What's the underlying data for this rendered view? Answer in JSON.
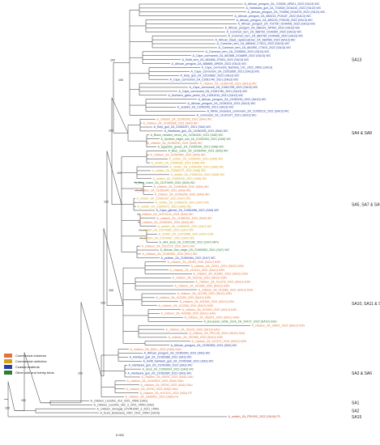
{
  "colors": {
    "commercial_chicken": "#e0723a",
    "commercial_ostrich": "#d4a017",
    "coastal_seabirds": "#2a3f9e",
    "other_wild": "#2e7d32",
    "reference": "#444444",
    "root": "#c0392b"
  },
  "legend": [
    {
      "label": "Commercial chickens",
      "color_key": "commercial_chicken"
    },
    {
      "label": "Commercial ostriches",
      "color_key": "commercial_ostrich"
    },
    {
      "label": "Coastal seabirds",
      "color_key": "coastal_seabirds"
    },
    {
      "label": "Other wild and hobby birds",
      "color_key": "other_wild"
    }
  ],
  "scale_bar": "0.002",
  "clades": [
    {
      "label": "SA13"
    },
    {
      "label": "SA4 & SA8"
    },
    {
      "label": "SA5, SA7 & SA9"
    },
    {
      "label": "SA10, SA11 & SA12"
    },
    {
      "label": "SA3 & SA6"
    },
    {
      "label": "SA1"
    },
    {
      "label": "SA2"
    },
    {
      "label": "SA15"
    }
  ],
  "bootstrap_values": [
    "100",
    "100",
    "100",
    "100",
    "100",
    "100",
    "100",
    "100",
    "100",
    "100"
  ],
  "taxa": [
    {
      "label": "A_African_penguin_ZA_702828_AP821_2022 (SA13) WC",
      "g": "coastal_seabirds"
    },
    {
      "label": "A_Hartlaubs_gull_ZA_702828_DOA410_2022 (SA13) WC",
      "g": "coastal_seabirds"
    },
    {
      "label": "A_African_penguin_ZA_702858_DOA375_2022 (SA13) WC",
      "g": "coastal_seabirds"
    },
    {
      "label": "A_African_penguin_ZA_683215_P15187_2022 (SA13) WC",
      "g": "coastal_seabirds"
    },
    {
      "label": "A_African_penguin_ZA_683215_P25236_2022 (SA13) WC",
      "g": "coastal_seabirds"
    },
    {
      "label": "A_African_penguin_ZA_702750_DOA408_2022 (SA13) WC",
      "g": "coastal_seabirds"
    },
    {
      "label": "A_African_penguin_ZA_686142_AP492_2022 (SA13) WC",
      "g": "coastal_seabirds"
    },
    {
      "label": "A_Common_tern_ZA_688730_DOA309_2022 (SA13) WC",
      "g": "coastal_seabirds"
    },
    {
      "label": "A_Common_tern_ZA_683799_DOA436_2022 (SA13) WC",
      "g": "coastal_seabirds"
    },
    {
      "label": "A_African_black_oystercatcher_ZA_682489_2022 (SA13) WC",
      "g": "coastal_seabirds"
    },
    {
      "label": "A_Common_tern_ZA_680640_CT613_2022 (SA13) WC",
      "g": "coastal_seabirds"
    },
    {
      "label": "A_Common_tern_ZA_681950_CT610_2022 (SA13) WC",
      "g": "coastal_seabirds"
    },
    {
      "label": "A_Common_tern_ZA_2206506_2022 (SA13) WC",
      "g": "coastal_seabirds"
    },
    {
      "label": "A_Cape_cormorant_ZA_681588_DOA859_2022 (SA13) WC",
      "g": "coastal_seabirds"
    },
    {
      "label": "A_Swift_tern_ZA_681858_ST604_2022 (SA13) WC",
      "g": "coastal_seabirds"
    },
    {
      "label": "A_African_penguin_ZA_688885_AP839_2022 (SA13) WC",
      "g": "coastal_seabirds"
    },
    {
      "label": "A_Cape_cormorant_Namibia_141_2022_H5N1 (SA13)",
      "g": "coastal_seabirds"
    },
    {
      "label": "A_Cape_cormorant_ZA_21051858_2021 (SA13) WC",
      "g": "coastal_seabirds"
    },
    {
      "label": "A_Kelp_gull_ZA_22010882_2022 (SA13) WC",
      "g": "coastal_seabirds"
    },
    {
      "label": "A_Cape_cormorant_ZA_21061740_2021 (SA13) WC",
      "g": "coastal_seabirds"
    },
    {
      "label": "A_chicken_ZA_21060796_2021 (SA13) WC",
      "g": "commercial_chicken"
    },
    {
      "label": "A_Cape_cormorant_ZA_21061708_2021 (SA13) WC",
      "g": "coastal_seabirds"
    },
    {
      "label": "A_Cape_cormorant_ZA_21061780_2021 (SA13) WC",
      "g": "coastal_seabirds"
    },
    {
      "label": "A_Northern_giant_petrel_ZA_21051910_2021 (SA13) WC",
      "g": "coastal_seabirds"
    },
    {
      "label": "A_African_penguin_ZA_21050230_2021 (SA13) WC",
      "g": "coastal_seabirds"
    },
    {
      "label": "A_African_penguin_ZA_21050224_2021 (SA13) WC",
      "g": "coastal_seabirds"
    },
    {
      "label": "A_seabird_ZA_21050299_2021 (SA13) WC",
      "g": "coastal_seabirds"
    },
    {
      "label": "A_White_breasted_cormorant_ZA_21050210_2021 (SA13) WC",
      "g": "coastal_seabirds"
    },
    {
      "label": "A_cormorant_ZA_21120147_2021 (SA13) WC",
      "g": "coastal_seabirds"
    },
    {
      "label": "A_chicken_ZA_21050293_2021 (SA4) WC",
      "g": "commercial_chicken"
    },
    {
      "label": "A_chicken_ZA_21050398_2021 (SA4) WC",
      "g": "commercial_chicken"
    },
    {
      "label": "A_Kelp_gull_ZA_21050297_2021 (SA4) WC",
      "g": "coastal_seabirds"
    },
    {
      "label": "A_Hartlaubs_gull_ZA_21050295_2021 (SA4) WC",
      "g": "coastal_seabirds"
    },
    {
      "label": "A_Black_headed_heron_ZA_21050430_2021 (SA8) WC",
      "g": "other_wild"
    },
    {
      "label": "A_Spotted_eagle_owl_ZA_21050263_2021 (SA8) WC",
      "g": "other_wild"
    },
    {
      "label": "A_chicken_ZA_21050230_2021 (SA8) WC",
      "g": "commercial_chicken"
    },
    {
      "label": "A_Egyptian_goose_ZA_21050296_2021 (SA8) WC",
      "g": "other_wild"
    },
    {
      "label": "A_Blue_crane_ZA_21050440_2021 (SA5) WC",
      "g": "other_wild"
    },
    {
      "label": "A_chicken_ZA_21050460_2021 (SA5) WC",
      "g": "commercial_chicken"
    },
    {
      "label": "A_ostrich_ZA_21050491_2021 (SA5) WC",
      "g": "commercial_ostrich"
    },
    {
      "label": "A_ostrich_ZA_21050262_2021 (SA5) WC",
      "g": "commercial_ostrich"
    },
    {
      "label": "A_ostrich_ZA_21050255_2021 (SA5) WC",
      "g": "commercial_ostrich"
    },
    {
      "label": "A_ostrich_ZA_21050272_2021 (SA5) WC",
      "g": "commercial_ostrich"
    },
    {
      "label": "A_ostrich_ZA_21050310_2021 (SA5) WC",
      "g": "commercial_ostrich"
    },
    {
      "label": "A_ostrich_ZA_21050316_2021 (SA5) WC",
      "g": "commercial_ostrich"
    },
    {
      "label": "A_Blue_crane_ZA_21070599_2021 (SA5) WC",
      "g": "other_wild"
    },
    {
      "label": "A_chicken_ZA_21060605_2021 (SA9) WC",
      "g": "commercial_chicken"
    },
    {
      "label": "A_chicken_ZA_21050240_2021 (SA9) WC",
      "g": "commercial_chicken"
    },
    {
      "label": "A_chicken_ZA_21050250_2021 (SA9) WC",
      "g": "commercial_chicken"
    },
    {
      "label": "A_ostrich_ZA_21080200_2021 (SA7) WC",
      "g": "commercial_ostrich"
    },
    {
      "label": "A_ostrich_ZA_21080215_2021 (SA7) WC",
      "g": "commercial_ostrich"
    },
    {
      "label": "A_ostrich_ZA_21090072_2021 (SA9) WC",
      "g": "commercial_ostrich"
    },
    {
      "label": "A_Cape_gannet_ZA_21081088_2021 (SA9) WC",
      "g": "coastal_seabirds"
    },
    {
      "label": "A_chicken_ZA_21074144_2021 (SA9) WC",
      "g": "commercial_chicken"
    },
    {
      "label": "A_chicken_ZA_21080251_2021 (SA9) WC",
      "g": "commercial_chicken"
    },
    {
      "label": "A_chicken_ZA_21090301_2021 (SA9) WC",
      "g": "commercial_chicken"
    },
    {
      "label": "A_ostrich_ZA_21090025_2021 (SA7) WC",
      "g": "commercial_ostrich"
    },
    {
      "label": "A_ostrich_ZA_21070081_2021 (SA7) WC",
      "g": "commercial_ostrich"
    },
    {
      "label": "A_ostrich_ZA_21070088_2021 (SA7) KZN",
      "g": "commercial_ostrich"
    },
    {
      "label": "A_ostrich_ZA_21070067_2021 (SA7) WC",
      "g": "commercial_ostrich"
    },
    {
      "label": "A_wild_duck_ZA_21051180_2021 (SA7) MPU",
      "g": "other_wild"
    },
    {
      "label": "A_chicken_ZA_2012120_2021 (SA7) WC",
      "g": "commercial_chicken"
    },
    {
      "label": "A_African_fish_eagle_ZA_21060083_2021 (SA7) WC",
      "g": "other_wild"
    },
    {
      "label": "A_chicken_ZA_21060561_2021 (SA7) WC",
      "g": "commercial_chicken"
    },
    {
      "label": "A_pelican_ZA_21060464_2021 (SA7) WC",
      "g": "coastal_seabirds"
    },
    {
      "label": "A_chicken_ZA_22090_2021 (SA12) KZN",
      "g": "commercial_chicken"
    },
    {
      "label": "A_chicken_ZA_22011_2021 (SA12) KZN",
      "g": "commercial_chicken"
    },
    {
      "label": "A_chicken_ZA_410214_2021 (SA12) KZN",
      "g": "commercial_chicken"
    },
    {
      "label": "A_chicken_ZA_411562_2021 (SA12) KZN",
      "g": "commercial_chicken"
    },
    {
      "label": "A_chicken_ZA_411218_2021 (SA12) KZN",
      "g": "commercial_chicken"
    },
    {
      "label": "A_chicken_ZA_412278_2021 (SA12) KZN",
      "g": "commercial_chicken"
    },
    {
      "label": "A_chicken_ZA_412364_2021 (SA12) KZN",
      "g": "commercial_chicken"
    },
    {
      "label": "A_chicken_ZA_412080_2021 (SA12) KZN",
      "g": "commercial_chicken"
    },
    {
      "label": "A_chicken_ZA_411765_2021 (SA12) KZN",
      "g": "commercial_chicken"
    },
    {
      "label": "A_chicken_ZA_412255_2021 (SA12) KZN",
      "g": "commercial_chicken"
    },
    {
      "label": "A_chicken_ZA_402330_2021 (SA12) KZN",
      "g": "commercial_chicken"
    },
    {
      "label": "A_chicken_ZA_412328_2021 (SA12) KZN",
      "g": "commercial_chicken"
    },
    {
      "label": "A_chicken_ZA_412000_2021 (SA12) KZN",
      "g": "commercial_chicken"
    },
    {
      "label": "A_chicken_ZA_402080_2021 (SA11) GAU",
      "g": "commercial_chicken"
    },
    {
      "label": "A_chicken_ZA_363201_2021 (SA11) GAU",
      "g": "commercial_chicken"
    },
    {
      "label": "A_European_white_stork_ZA_S4107_2022 (SA10) GAU",
      "g": "other_wild"
    },
    {
      "label": "A_chicken_ZA_33001_2021 (SA10) KZN",
      "g": "commercial_chicken"
    },
    {
      "label": "A_chicken_ZA_3G100_2021 (SA10) GAU",
      "g": "commercial_chicken"
    },
    {
      "label": "A_chicken_ZA_PRL118_2022 (SA10) GAU",
      "g": "commercial_chicken"
    },
    {
      "label": "A_chicken_ZA_397465_2022 (SA10) KZN",
      "g": "commercial_chicken"
    },
    {
      "label": "A_chicken_ZA_412272_2021 (SA12) KZN",
      "g": "commercial_chicken"
    },
    {
      "label": "A_African_penguin_ZA_21050383_2021 (SA3) WC",
      "g": "coastal_seabirds"
    },
    {
      "label": "A_chicken_ZA_QRLL_2021 (SA3) GAU",
      "g": "commercial_chicken"
    },
    {
      "label": "A_African_penguin_ZA_21050390_2021 (SA3) WC",
      "g": "coastal_seabirds"
    },
    {
      "label": "A_Hartlaub_gull_ZA_21050388_2021 (SA3) WC",
      "g": "coastal_seabirds"
    },
    {
      "label": "A_Swift_Hartlaub_gull_ZA_21050384_2021 (SA3) WC",
      "g": "coastal_seabirds"
    },
    {
      "label": "A_Hartlaubs_gull_ZA_21050389_2021 (SA3) WC",
      "g": "coastal_seabirds"
    },
    {
      "label": "A_duck_ZA_21050004_2021 (SA3) WC",
      "g": "other_wild"
    },
    {
      "label": "A_Hartlaubs_gull_ZA_21050384_2021 (SA3) WC",
      "g": "coastal_seabirds"
    },
    {
      "label": "A_chicken_ZA_00001_2021 (SA6) GAU",
      "g": "commercial_chicken"
    },
    {
      "label": "A_chicken_ZA_21040001_2021 (SA6) GAU",
      "g": "commercial_chicken"
    },
    {
      "label": "A_chicken_ZA_09700_2021 (SA6) GAU",
      "g": "commercial_chicken"
    },
    {
      "label": "A_chicken_ZA_00700_2021 (SA6) GAU",
      "g": "commercial_chicken"
    },
    {
      "label": "A_chicken_ZA_HYLK21_2021 (SA2) FS",
      "g": "commercial_chicken"
    },
    {
      "label": "A_chicken_ZA_ZA30001_2021 (SA2) FS",
      "g": "commercial_chicken"
    },
    {
      "label": "A_chicken_Lesotho_310_2021_H5N1 (SA1)",
      "g": "reference"
    },
    {
      "label": "A_chicken_Lesotho_352_3_2021_H5N1 (SA2)",
      "g": "reference"
    },
    {
      "label": "A_chicken_Senegal_21VIR1084_3_2021_H5N1",
      "g": "reference"
    },
    {
      "label": "A_Duck_Botswana_2067_2021_H5N1 (SA15)",
      "g": "reference"
    },
    {
      "label": "A_ostrich_ZA_PRL000_2022 (SA15) FS",
      "g": "root"
    }
  ]
}
